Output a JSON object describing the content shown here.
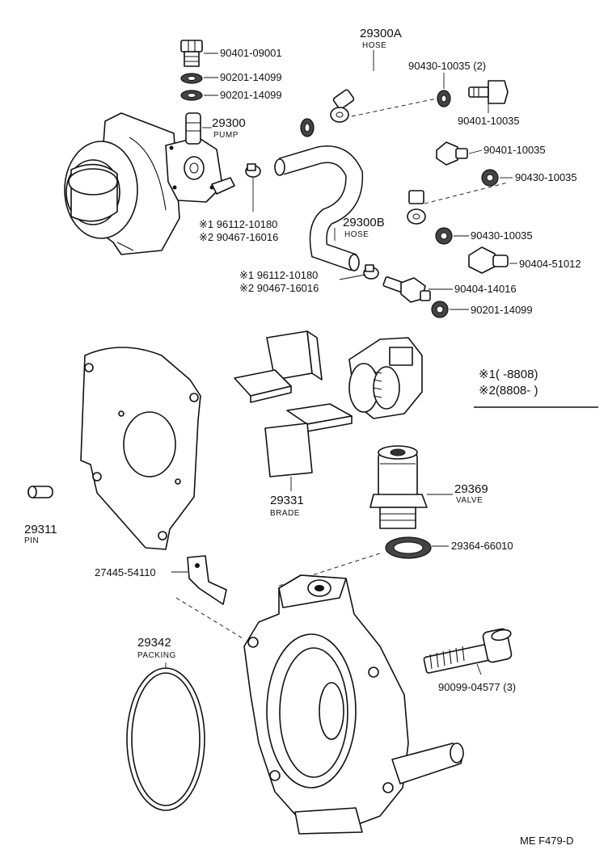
{
  "labels": {
    "p90401_09001": "90401-09001",
    "p90201_14099_a": "90201-14099",
    "p90201_14099_b": "90201-14099",
    "p29300": "29300",
    "pump": "PUMP",
    "p29300A": "29300A",
    "hose_a": "HOSE",
    "p90430_10035_2": "90430-10035 (2)",
    "p90401_10035_a": "90401-10035",
    "p90401_10035_b": "90401-10035",
    "p90430_10035_c": "90430-10035",
    "p90430_10035_d": "90430-10035",
    "p90404_51012": "90404-51012",
    "p90404_14016": "90404-14016",
    "p90201_14099_c": "90201-14099",
    "clamp1_a": "※1 96112-10180",
    "clamp2_a": "※2 90467-16016",
    "clamp1_b": "※1 96112-10180",
    "clamp2_b": "※2 90467-16016",
    "p29300B": "29300B",
    "hose_b": "HOSE",
    "note1": "※1(       -8808)",
    "note2": "※2(8808-        )",
    "p29331": "29331",
    "brade": "BRADE",
    "p29369": "29369",
    "valve": "VALVE",
    "p29364_66010": "29364-66010",
    "p29311": "29311",
    "pin": "PIN",
    "p27445_54110": "27445-54110",
    "p29342": "29342",
    "packing": "PACKING",
    "p90099_04577": "90099-04577 (3)",
    "footer_code": "ME  F479-D"
  }
}
